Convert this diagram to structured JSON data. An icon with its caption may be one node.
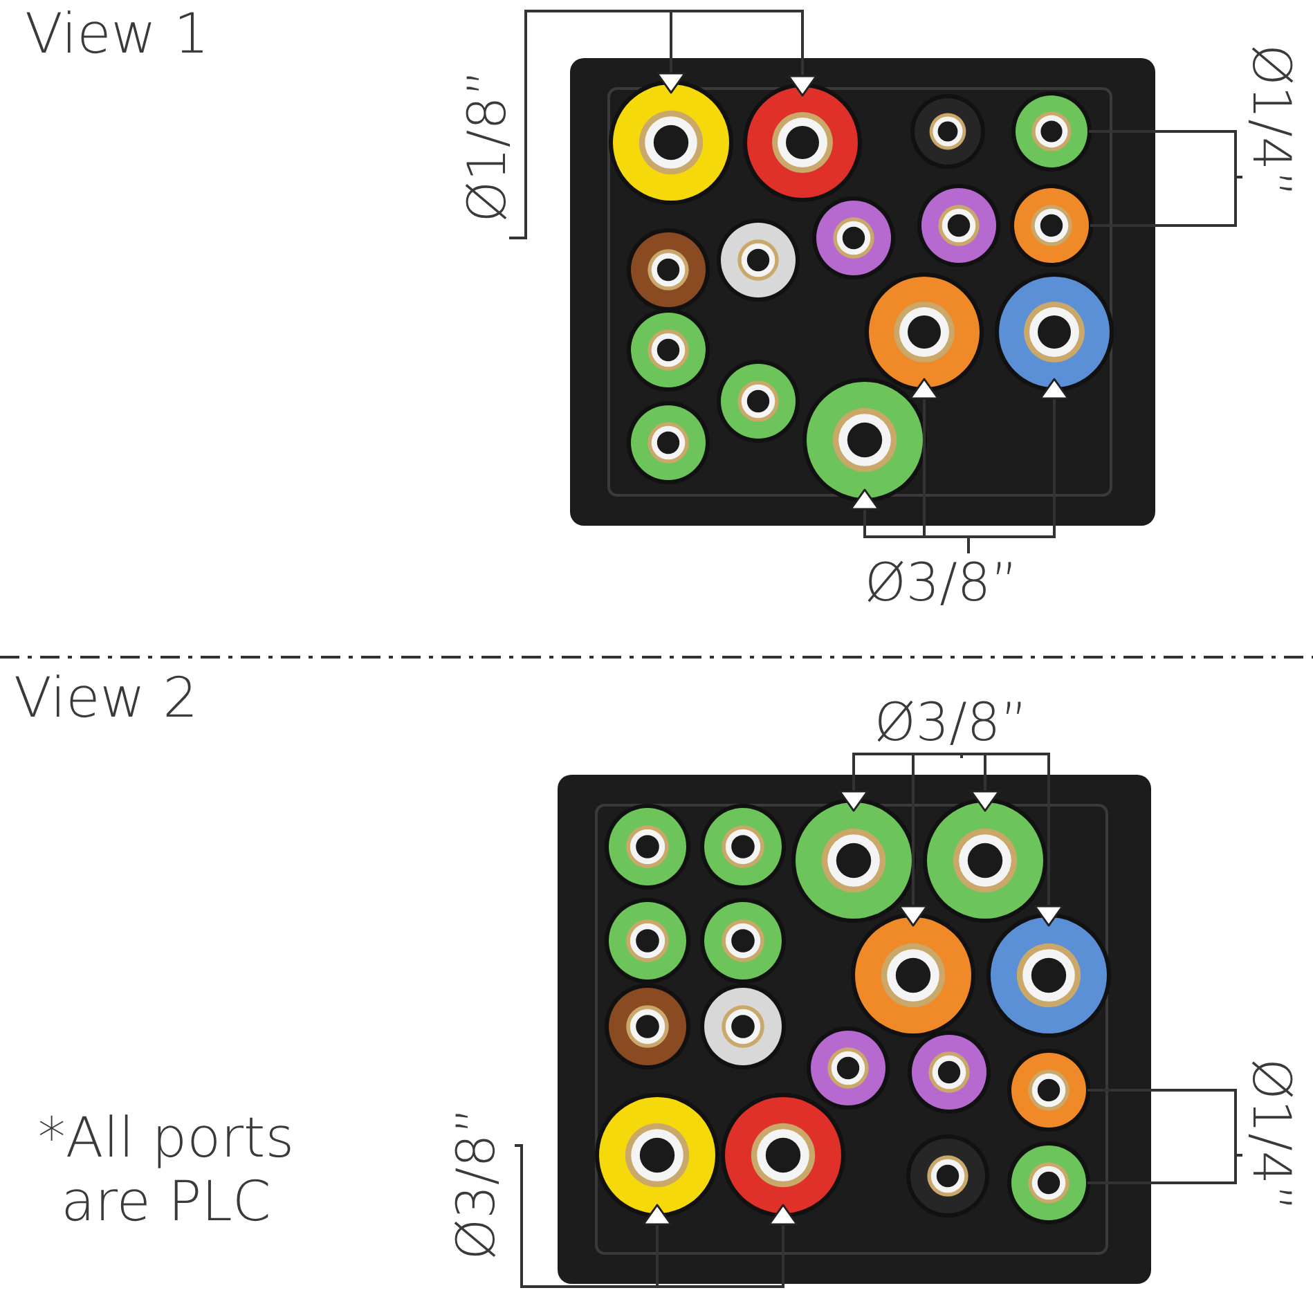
{
  "diagram": {
    "nodes": [
      {
        "text": [
          "Ø1/8”"
        ]
      },
      {
        "text": [],
        "shape": "circle"
      },
      {
        "text": [],
        "shape": "circle"
      },
      {
        "text": [
          "Ø1/4”"
        ]
      },
      {
        "text": [],
        "shape": "circle"
      },
      {
        "text": [],
        "shape": "circle"
      },
      {
        "text": [
          "Ø3/8”"
        ]
      },
      {
        "text": [],
        "shape": "circle"
      },
      {
        "text": [],
        "shape": "circle"
      },
      {
        "text": [],
        "shape": "circle"
      },
      {
        "text": [
          "Ø3/8”"
        ]
      },
      {
        "text": [],
        "shape": "circle"
      },
      {
        "text": [],
        "shape": "circle"
      },
      {
        "text": [],
        "shape": "circle"
      },
      {
        "text": [],
        "shape": "circle"
      },
      {
        "text": [
          "Ø1/4”"
        ]
      },
      {
        "text": [],
        "shape": "circle"
      },
      {
        "text": [],
        "shape": "circle"
      },
      {
        "text": [
          "Ø3/8”"
        ]
      },
      {
        "text": [],
        "shape": "circle"
      },
      {
        "text": [],
        "shape": "circle"
      },
      {
        "text": [],
        "shape": "circle"
      },
      {
        "text": [],
        "shape": "circle"
      },
      {
        "text": [],
        "shape": "circle"
      },
      {
        "text": [],
        "shape": "circle"
      },
      {
        "text": [],
        "shape": "circle"
      },
      {
        "text": [],
        "shape": "circle"
      },
      {
        "text": [],
        "shape": "circle"
      },
      {
        "text": [],
        "shape": "circle"
      },
      {
        "text": [],
        "shape": "circle"
      },
      {
        "text": [],
        "shape": "circle"
      },
      {
        "text": [],
        "shape": "circle"
      },
      {
        "text": [],
        "shape": "circle"
      },
      {
        "text": [],
        "shape": "circle"
      },
      {
        "text": [],
        "shape": "circle"
      },
      {
        "text": [],
        "shape": "circle"
      },
      {
        "text": [],
        "shape": "circle"
      },
      {
        "text": [],
        "shape": "circle"
      }
    ],
    "edges": [
      {
        "from": 0,
        "to": 1,
        "arrow": "to"
      },
      {
        "from": 0,
        "to": 2,
        "arrow": "to"
      },
      {
        "from": 3,
        "to": 4,
        "arrow": "none"
      },
      {
        "from": 3,
        "to": 5,
        "arrow": "none"
      },
      {
        "from": 6,
        "to": 7,
        "arrow": "to"
      },
      {
        "from": 6,
        "to": 8,
        "arrow": "to"
      },
      {
        "from": 6,
        "to": 9,
        "arrow": "to"
      },
      {
        "from": 10,
        "to": 11,
        "arrow": "to"
      },
      {
        "from": 10,
        "to": 12,
        "arrow": "to"
      },
      {
        "from": 10,
        "to": 13,
        "arrow": "to"
      },
      {
        "from": 10,
        "to": 14,
        "arrow": "to"
      },
      {
        "from": 15,
        "to": 16,
        "arrow": "none"
      },
      {
        "from": 15,
        "to": 17,
        "arrow": "none"
      },
      {
        "from": 18,
        "to": 19,
        "arrow": "to"
      },
      {
        "from": 18,
        "to": 20,
        "arrow": "to"
      }
    ],
    "labels": [
      "View 1",
      "View 2",
      "*All ports are PLC"
    ]
  }
}
